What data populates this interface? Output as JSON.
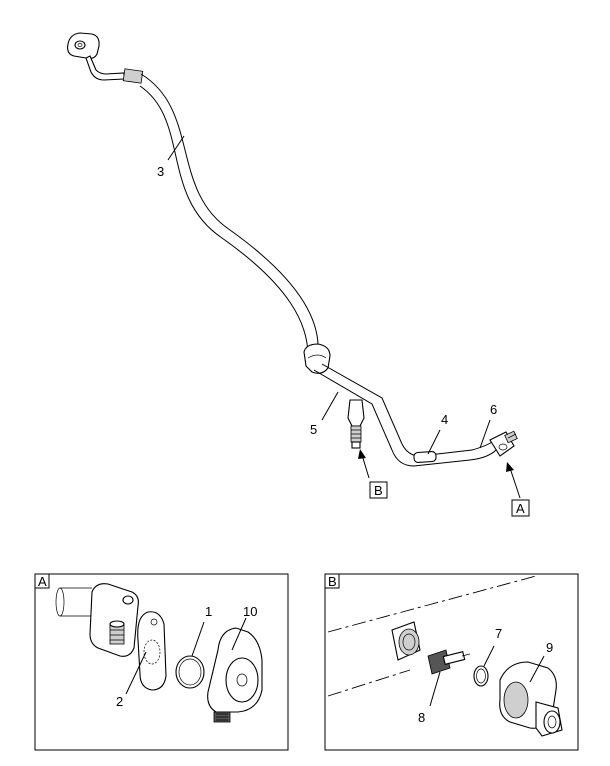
{
  "callouts": {
    "c1": "1",
    "c2": "2",
    "c3": "3",
    "c4": "4",
    "c5": "5",
    "c6": "6",
    "c7": "7",
    "c8": "8",
    "c9": "9",
    "c10": "10"
  },
  "detail_refs": {
    "a": "A",
    "b": "B"
  },
  "insets": {
    "a_label": "A",
    "b_label": "B"
  }
}
